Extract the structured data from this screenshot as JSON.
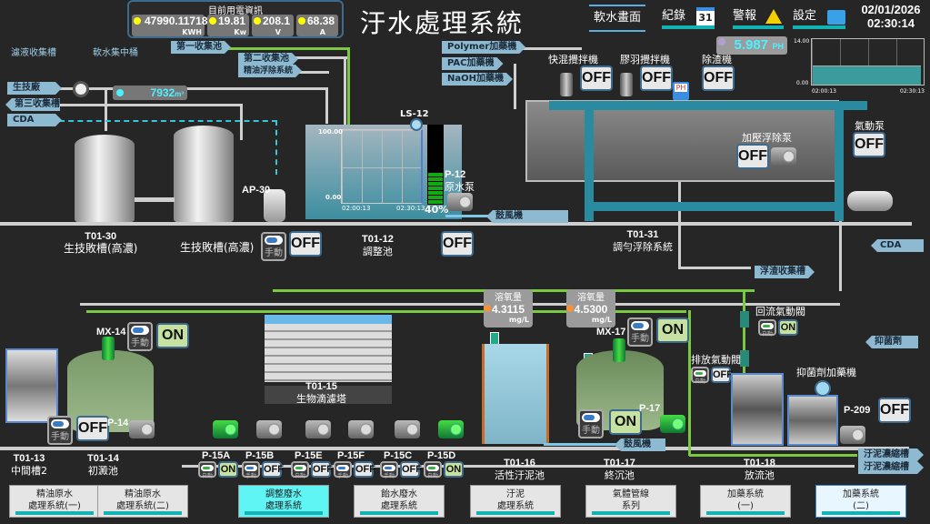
{
  "header": {
    "title": "汙水處理系統",
    "nav_softwater": "軟水畫面",
    "nav_records": "紀錄",
    "calendar_day": "31",
    "nav_alarm": "警報",
    "nav_settings": "設定",
    "date": "02/01/2026",
    "time": "02:30:14"
  },
  "power": {
    "title": "目前用電資訊",
    "kwh": {
      "value": "47990.11718",
      "unit": "KWH"
    },
    "kw": {
      "value": "19.81",
      "unit": "Kw"
    },
    "v": {
      "value": "208.1",
      "unit": "V"
    },
    "a": {
      "value": "68.38",
      "unit": "A"
    }
  },
  "tags": {
    "filtrate": "濾液收集槽",
    "softwater": "軟水集中桶",
    "first_pool": "第一收集池",
    "second_pool": "第二收集池",
    "oil_float": "精油浮除系統",
    "biotech": "生技廠",
    "third_tank": "第三收集槽",
    "cda1": "CDA",
    "polymer": "Polymer加藥機",
    "pac": "PAC加藥機",
    "naoh": "NaOH加藥機",
    "blower1": "鼓風機",
    "cda2": "CDA",
    "scum": "浮渣收集槽",
    "bacteriostat": "抑菌劑",
    "blower2": "鼓風機",
    "sludge1": "汙泥濃縮槽",
    "sludge2": "汙泥濃縮槽"
  },
  "flow": {
    "value": "7932",
    "unit": "m³"
  },
  "ph": {
    "value": "5.987",
    "unit": "PH",
    "icon": "PH"
  },
  "ph_trend": {
    "ymax": "14.00",
    "ymin": "0.00",
    "t_start": "02:00:13",
    "t_end": "02:30:13",
    "level_fraction": 0.43
  },
  "t12_trend": {
    "ymax": "100.00",
    "ymin": "0.00",
    "t_start": "02:00:13",
    "t_end": "02:30:13"
  },
  "level_meter": {
    "label": "LS-12",
    "percent": "40%",
    "fraction": 0.4
  },
  "equipment": {
    "t0130": {
      "id": "T01-30",
      "name": "生技敗槽(高濃)"
    },
    "t0130b": {
      "name": "生技敗槽(高濃)"
    },
    "ap30": {
      "id": "AP-30",
      "mode": "手動",
      "state": "OFF"
    },
    "t0112": {
      "id": "T01-12",
      "name": "調整池"
    },
    "p12": {
      "id": "P-12",
      "name": "原水泵",
      "state": "OFF"
    },
    "rapid_mixer": {
      "name": "快混攪拌機",
      "state": "OFF"
    },
    "floc_mixer": {
      "name": "膠羽攪拌機",
      "state": "OFF"
    },
    "scraper": {
      "name": "除渣機",
      "state": "OFF"
    },
    "daf_pump": {
      "name": "加壓浮除泵",
      "state": "OFF"
    },
    "air_pump": {
      "name": "氣動泵",
      "state": "OFF"
    },
    "t0131": {
      "id": "T01-31",
      "name": "調勻浮除系統"
    },
    "mx14": {
      "id": "MX-14",
      "mode": "手動",
      "state": "ON"
    },
    "p14": {
      "id": "P-14",
      "mode": "手動",
      "state": "OFF"
    },
    "t0113": {
      "id": "T01-13",
      "name": "中間槽2"
    },
    "t0114": {
      "id": "T01-14",
      "name": "初澱池"
    },
    "t0115": {
      "id": "T01-15",
      "name": "生物滴濾塔"
    },
    "do1": {
      "label": "溶氧量",
      "value": "4.3115",
      "unit": "mg/L"
    },
    "do2": {
      "label": "溶氧量",
      "value": "4.5300",
      "unit": "mg/L"
    },
    "mx17": {
      "id": "MX-17",
      "mode": "手動",
      "state": "ON"
    },
    "p17": {
      "id": "P-17",
      "mode": "手動",
      "state": "ON"
    },
    "return_valve": {
      "name": "回流氣動閥",
      "mode": "自動",
      "state": "ON"
    },
    "discharge_valve": {
      "name": "排放氣動閥",
      "mode": "自動",
      "state": "OFF"
    },
    "bact_dosing": {
      "name": "抑菌劑加藥機"
    },
    "p209": {
      "id": "P-209",
      "state": "OFF"
    },
    "t0116": {
      "id": "T01-16",
      "name": "活性汙泥池"
    },
    "t0117": {
      "id": "T01-17",
      "name": "終沉池"
    },
    "t0118": {
      "id": "T01-18",
      "name": "放流池"
    }
  },
  "pumps15": [
    {
      "id": "P-15A",
      "mode": "自動",
      "state": "ON"
    },
    {
      "id": "P-15B",
      "mode": "手動",
      "state": "OFF"
    },
    {
      "id": "P-15E",
      "mode": "自動",
      "state": "OFF"
    },
    {
      "id": "P-15F",
      "mode": "手動",
      "state": "OFF"
    },
    {
      "id": "P-15C",
      "mode": "手動",
      "state": "OFF"
    },
    {
      "id": "P-15D",
      "mode": "自動",
      "state": "ON"
    }
  ],
  "bottom_nav": [
    {
      "l1": "精油原水",
      "l2": "處理系統(一)"
    },
    {
      "l1": "精油原水",
      "l2": "處理系統(二)"
    },
    {
      "l1": "調整廢水",
      "l2": "處理系統"
    },
    {
      "l1": "飴水廢水",
      "l2": "處理系統"
    },
    {
      "l1": "汙泥",
      "l2": "處理系統"
    },
    {
      "l1": "氣體管線",
      "l2": "系列"
    },
    {
      "l1": "加藥系統",
      "l2": "(一)"
    },
    {
      "l1": "加藥系統",
      "l2": "(二)"
    }
  ]
}
